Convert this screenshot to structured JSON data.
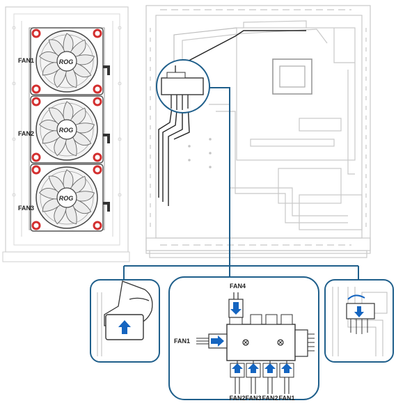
{
  "fan_panel": {
    "fans": [
      {
        "label": "FAN1",
        "logo": "ROG"
      },
      {
        "label": "FAN2",
        "logo": "ROG"
      },
      {
        "label": "FAN3",
        "logo": "ROG"
      }
    ]
  },
  "hub_diagram": {
    "top_port_label": "FAN4",
    "input_port_label": "FAN1",
    "bottom_port_labels": [
      "FAN2",
      "FAN3",
      "FAN2",
      "FAN1"
    ]
  },
  "colors": {
    "callout_blue": "#1f5f8b",
    "arrow_blue": "#1565c0",
    "fan_screw_red": "#d32f2f",
    "outline_gray": "#c8c8c8"
  },
  "icons": [
    "fan-icon",
    "arrow-up-icon",
    "arrow-down-icon",
    "arrow-right-icon",
    "hand-icon"
  ]
}
